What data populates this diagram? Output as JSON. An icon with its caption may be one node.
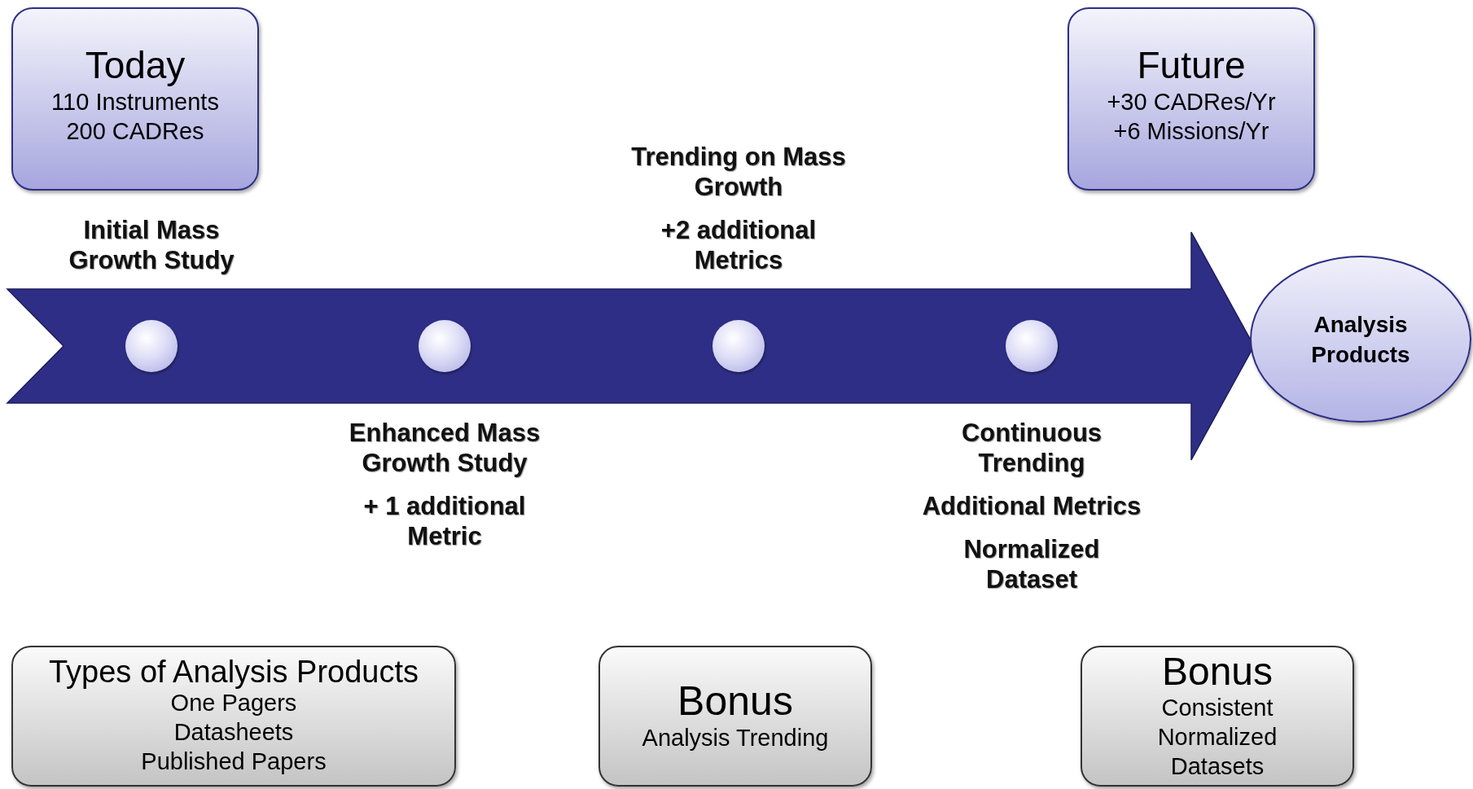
{
  "diagram": {
    "nodes": [
      {
        "text": [
          "Today",
          "110 Instruments",
          "200 CADRes"
        ]
      },
      {
        "text": [
          "Future",
          "+30 CADRes/Yr",
          "+6 Missions/Yr"
        ]
      },
      {
        "text": [],
        "shape": "circle",
        "beside": [
          "Initial Mass Growth Study"
        ]
      },
      {
        "text": [],
        "shape": "circle",
        "beside": [
          "Enhanced Mass Growth Study",
          "+ 1 additional Metric"
        ]
      },
      {
        "text": [],
        "shape": "circle",
        "beside": [
          "Trending on Mass Growth",
          "+2 additional Metrics"
        ]
      },
      {
        "text": [],
        "shape": "circle",
        "beside": [
          "Continuous Trending",
          "Additional Metrics",
          "Normalized Dataset"
        ]
      },
      {
        "text": [
          "Analysis Products"
        ]
      },
      {
        "text": [
          "Types of Analysis Products",
          "One Pagers",
          "Datasheets",
          "Published Papers"
        ]
      },
      {
        "text": [
          "Bonus",
          "Analysis Trending"
        ]
      },
      {
        "text": [
          "Bonus",
          "Consistent",
          "Normalized",
          "Datasets"
        ]
      }
    ],
    "edges": [
      {
        "from": null,
        "to": 6,
        "arrow": "to",
        "style": "thick"
      }
    ]
  }
}
